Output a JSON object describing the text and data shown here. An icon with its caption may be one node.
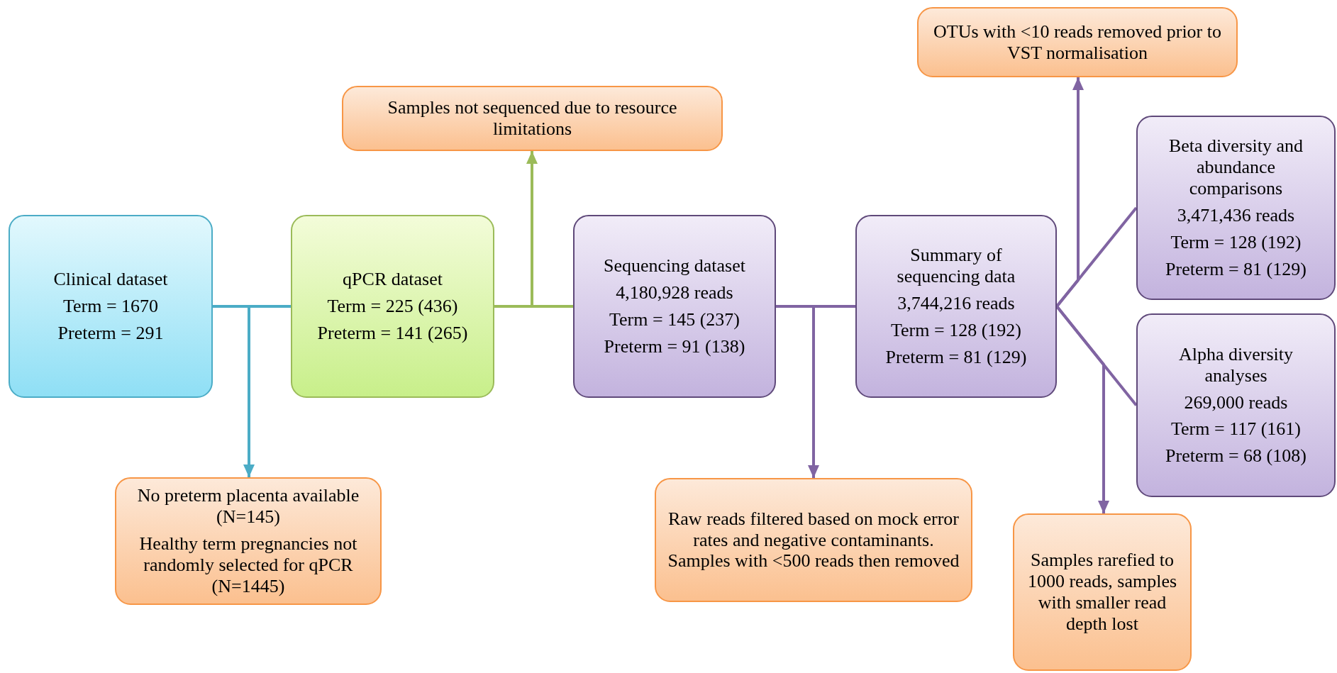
{
  "diagram": {
    "nodes": [
      {
        "text": [
          "Clinical dataset",
          "Term = 1670",
          "Preterm = 291"
        ]
      },
      {
        "text": [
          "qPCR dataset",
          "Term = 225 (436)",
          "Preterm = 141 (265)"
        ]
      },
      {
        "text": [
          "Sequencing dataset",
          "4,180,928 reads",
          "Term = 145 (237)",
          "Preterm = 91 (138)"
        ]
      },
      {
        "text": [
          "Summary of sequencing data",
          "3,744,216 reads",
          "Term = 128 (192)",
          "Preterm = 81 (129)"
        ]
      },
      {
        "text": [
          "Beta diversity and abundance comparisons",
          "3,471,436 reads",
          "Term = 128 (192)",
          "Preterm = 81 (129)"
        ]
      },
      {
        "text": [
          "Alpha diversity analyses",
          "269,000 reads",
          "Term = 117 (161)",
          "Preterm = 68 (108)"
        ]
      },
      {
        "text": [
          "No preterm placenta available (N=145)",
          "Healthy term pregnancies not randomly selected for qPCR (N=1445)"
        ]
      },
      {
        "text": [
          "Samples not sequenced due to resource limitations"
        ]
      },
      {
        "text": [
          "Raw reads filtered based on mock error rates and negative contaminants. Samples with <500 reads then removed"
        ]
      },
      {
        "text": [
          "OTUs with <10 reads removed prior to VST normalisation"
        ]
      },
      {
        "text": [
          "Samples rarefied to 1000 reads, samples with smaller read depth lost"
        ]
      }
    ],
    "edges": [
      {
        "from": 0,
        "to": 1,
        "arrow": "none",
        "color": "#4bacc6"
      },
      {
        "from": 0,
        "to": 6,
        "arrow": "to",
        "color": "#4bacc6"
      },
      {
        "from": 1,
        "to": 2,
        "arrow": "none",
        "color": "#9bbb59"
      },
      {
        "from": 1,
        "to": 7,
        "arrow": "to",
        "color": "#9bbb59"
      },
      {
        "from": 2,
        "to": 3,
        "arrow": "none"
      },
      {
        "from": 2,
        "to": 8,
        "arrow": "to"
      },
      {
        "from": 3,
        "to": 9,
        "arrow": "to"
      },
      {
        "from": 3,
        "to": 4,
        "arrow": "none"
      },
      {
        "from": 3,
        "to": 5,
        "arrow": "none"
      },
      {
        "from": 3,
        "to": 10,
        "arrow": "to"
      }
    ]
  }
}
